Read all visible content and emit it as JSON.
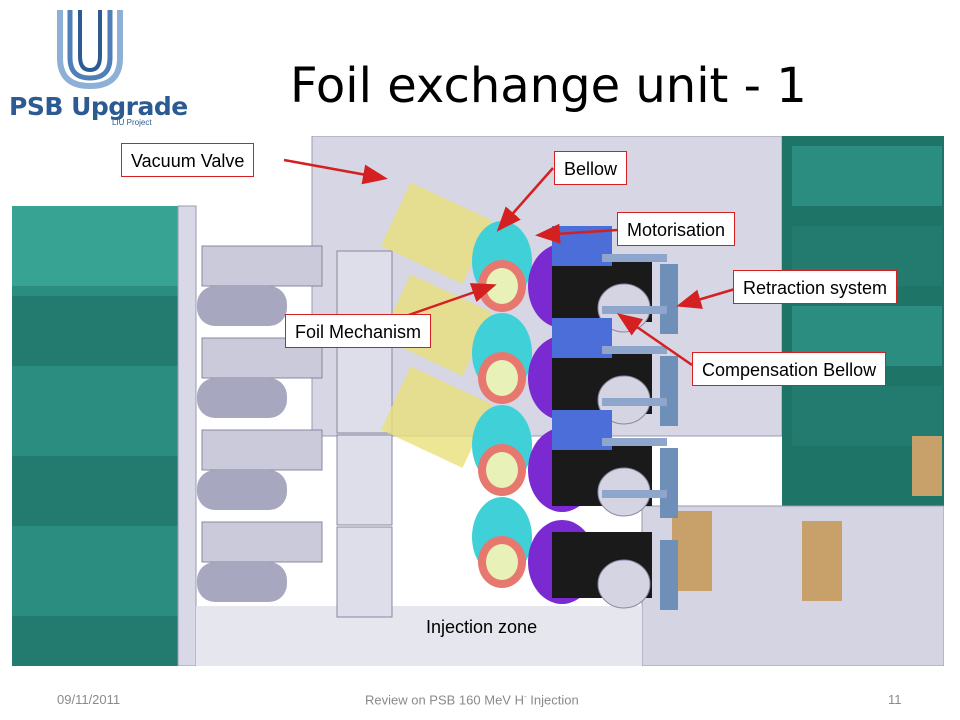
{
  "logo": {
    "text": "PSB Upgrade",
    "subtext": "LIU Project"
  },
  "title": "Foil exchange unit - 1",
  "callouts": {
    "vacuum_valve": "Vacuum Valve",
    "bellow": "Bellow",
    "motorisation": "Motorisation",
    "retraction_system": "Retraction system",
    "foil_mechanism": "Foil Mechanism",
    "compensation_bellow": "Compensation Bellow"
  },
  "zone_label": "Injection zone",
  "footer": {
    "date": "09/11/2011",
    "center_prefix": "Review on PSB 160 MeV H",
    "center_sup": "-",
    "center_suffix": " Injection",
    "page": "11"
  },
  "colors": {
    "accent": "#d42020",
    "logo_blue": "#2c5a93",
    "teal": "#1f7f73",
    "steel": "#c9c9dc"
  }
}
